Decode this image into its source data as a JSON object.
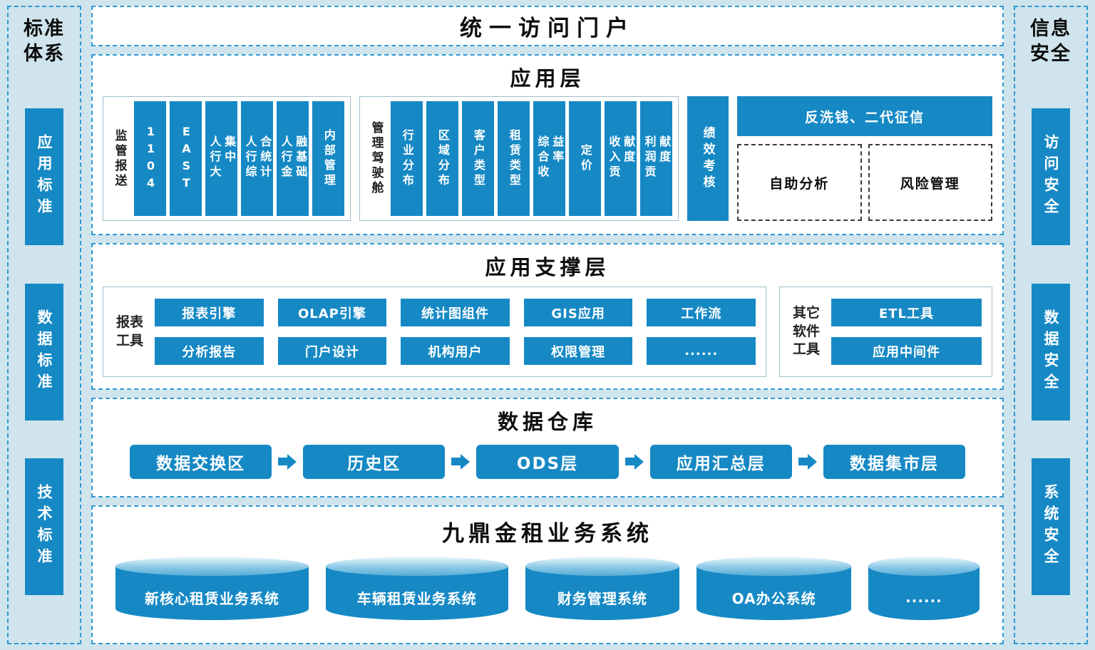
{
  "palette": {
    "box_blue": "#1689c5",
    "panel_border": "#2f9ad2",
    "background": "#cfe4ec"
  },
  "left_sidebar": {
    "title": "标准体系",
    "items": [
      "应用标准",
      "数据标准",
      "技术标准"
    ]
  },
  "right_sidebar": {
    "title": "信息安全",
    "items": [
      "访问安全",
      "数据安全",
      "系统安全"
    ]
  },
  "portal": {
    "title": "统一访问门户"
  },
  "app_layer": {
    "title": "应用层",
    "regulatory": {
      "label": "监管报送",
      "items": [
        "1104",
        "EAST",
        "人行大集中",
        "人行综合统计",
        "人行金融基础",
        "内部管理"
      ]
    },
    "cockpit": {
      "label": "管理驾驶舱",
      "items": [
        "行业分布",
        "区域分布",
        "客户类型",
        "租赁类型",
        "综合收益率",
        "定价",
        "收入贡献度",
        "利润贡献度"
      ]
    },
    "performance": "绩效考核",
    "aml": "反洗钱、二代征信",
    "self_service": "自助分析",
    "risk": "风险管理"
  },
  "support_layer": {
    "title": "应用支撑层",
    "report_tools": {
      "label": "报表工具",
      "row1": [
        "报表引擎",
        "OLAP引擎",
        "统计图组件",
        "GIS应用",
        "工作流"
      ],
      "row2": [
        "分析报告",
        "门户设计",
        "机构用户",
        "权限管理",
        "......"
      ]
    },
    "other_tools": {
      "label": "其它软件工具",
      "items": [
        "ETL工具",
        "应用中间件"
      ]
    }
  },
  "warehouse": {
    "title": "数据仓库",
    "stages": [
      "数据交换区",
      "历史区",
      "ODS层",
      "应用汇总层",
      "数据集市层"
    ]
  },
  "business": {
    "title": "九鼎金租业务系统",
    "systems": [
      "新核心租赁业务系统",
      "车辆租赁业务系统",
      "财务管理系统",
      "OA办公系统",
      "......"
    ]
  }
}
